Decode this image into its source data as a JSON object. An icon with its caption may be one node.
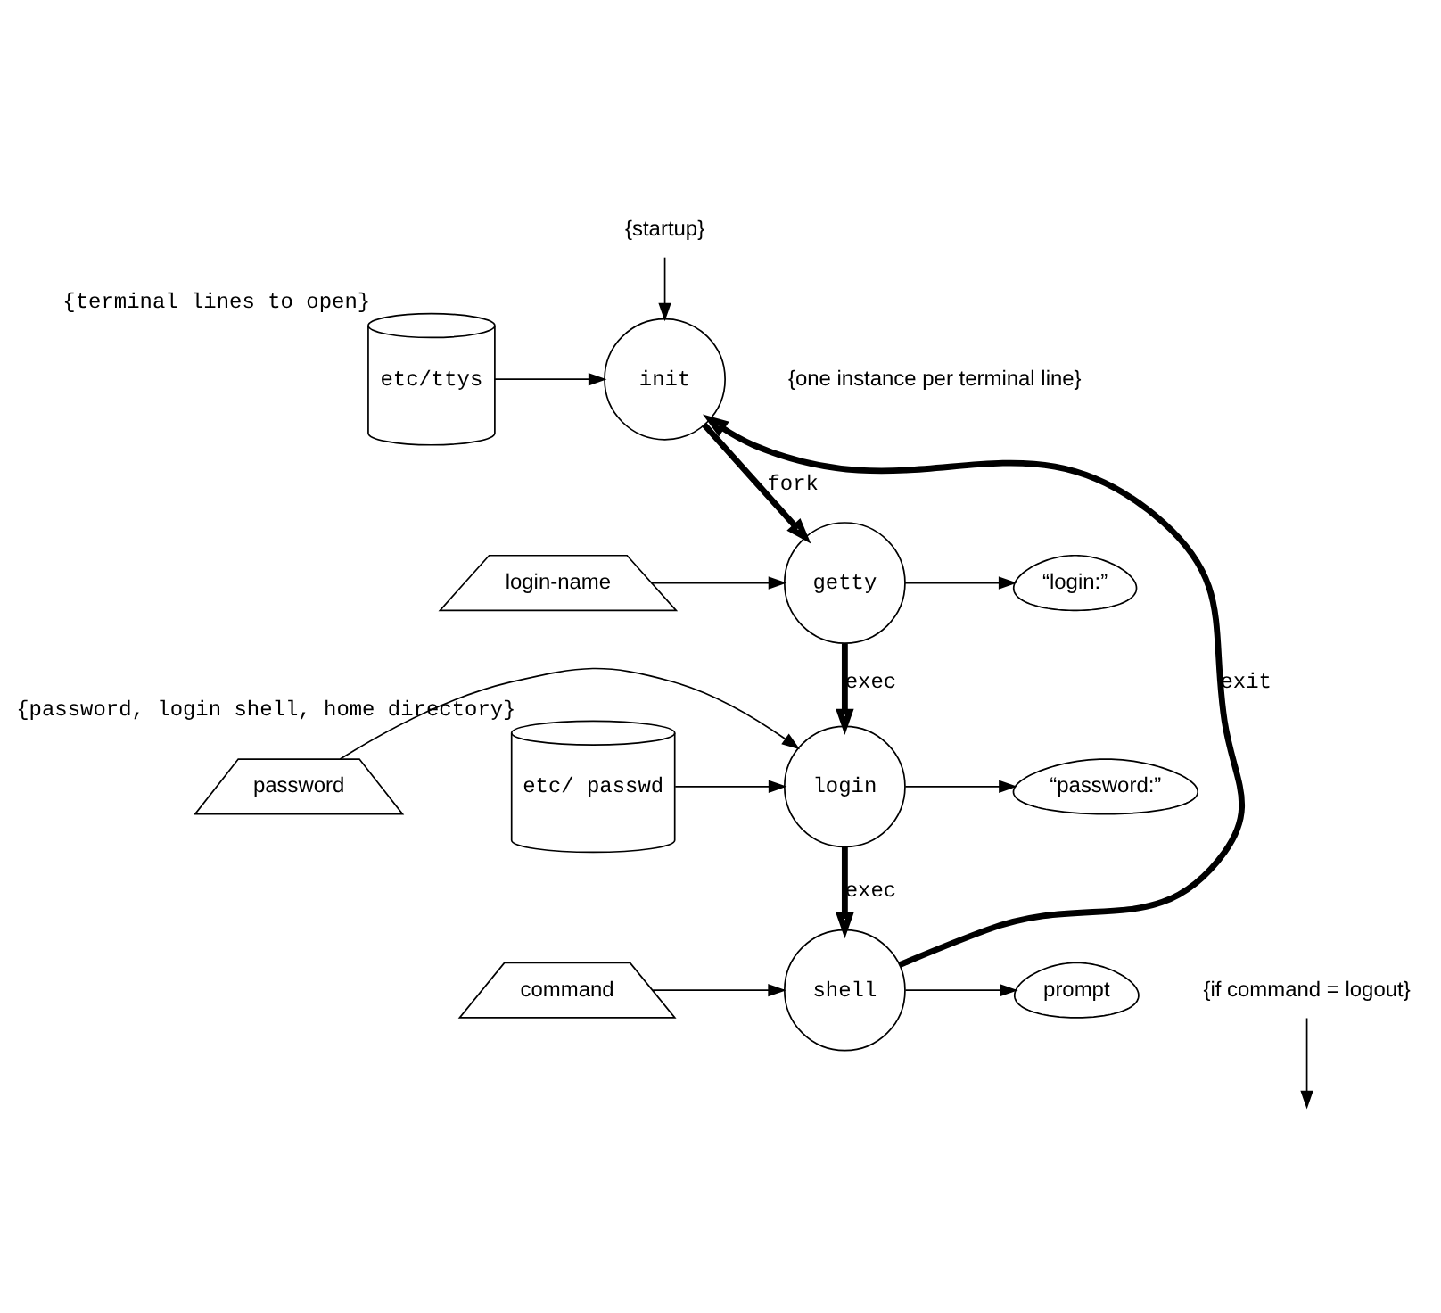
{
  "diagram": {
    "nodes": [
      {
        "text": [
          "etc/ttys"
        ],
        "beside": [
          "{terminal lines to open}"
        ]
      },
      {
        "text": [
          "init"
        ]
      },
      {
        "text": [
          "getty"
        ]
      },
      {
        "text": [
          "login"
        ]
      },
      {
        "text": [
          "shell"
        ]
      },
      {
        "text": [
          "“login:”"
        ]
      },
      {
        "text": [
          "login-name"
        ]
      },
      {
        "text": [
          "“password:”"
        ]
      },
      {
        "text": [
          "password"
        ]
      },
      {
        "text": [
          "prompt"
        ]
      },
      {
        "text": [
          "command"
        ]
      },
      {
        "text": [
          "etc/ passwd"
        ],
        "beside": [
          "{password, login shell, home directory}"
        ]
      },
      {
        "text": [
          "{if command = logout}"
        ]
      },
      {
        "text": [
          "{startup}"
        ]
      }
    ],
    "edges": [
      {
        "from": 13,
        "to": 1,
        "arrow": "to"
      },
      {
        "from": 0,
        "to": 1,
        "arrow": "to"
      },
      {
        "from": 1,
        "to": 2,
        "arrow": "to",
        "label": "fork",
        "style": "thick"
      },
      {
        "from": 2,
        "to": 5,
        "arrow": "to"
      },
      {
        "from": 6,
        "to": 2,
        "arrow": "to"
      },
      {
        "from": 2,
        "to": 3,
        "arrow": "to",
        "label": "exec",
        "style": "thick"
      },
      {
        "from": 11,
        "to": 3,
        "arrow": "to"
      },
      {
        "from": 3,
        "to": 7,
        "arrow": "to"
      },
      {
        "from": 8,
        "to": 3,
        "arrow": "to"
      },
      {
        "from": 3,
        "to": 4,
        "arrow": "to",
        "label": "exec",
        "style": "thick"
      },
      {
        "from": 4,
        "to": 9,
        "arrow": "to"
      },
      {
        "from": 10,
        "to": 4,
        "arrow": "to"
      },
      {
        "from": 4,
        "to": 1,
        "arrow": "to",
        "label": "exit",
        "style": "thick"
      },
      {
        "from": 12,
        "to": null,
        "arrow": "to"
      }
    ],
    "labels": [
      "{one instance per terminal line}"
    ]
  }
}
